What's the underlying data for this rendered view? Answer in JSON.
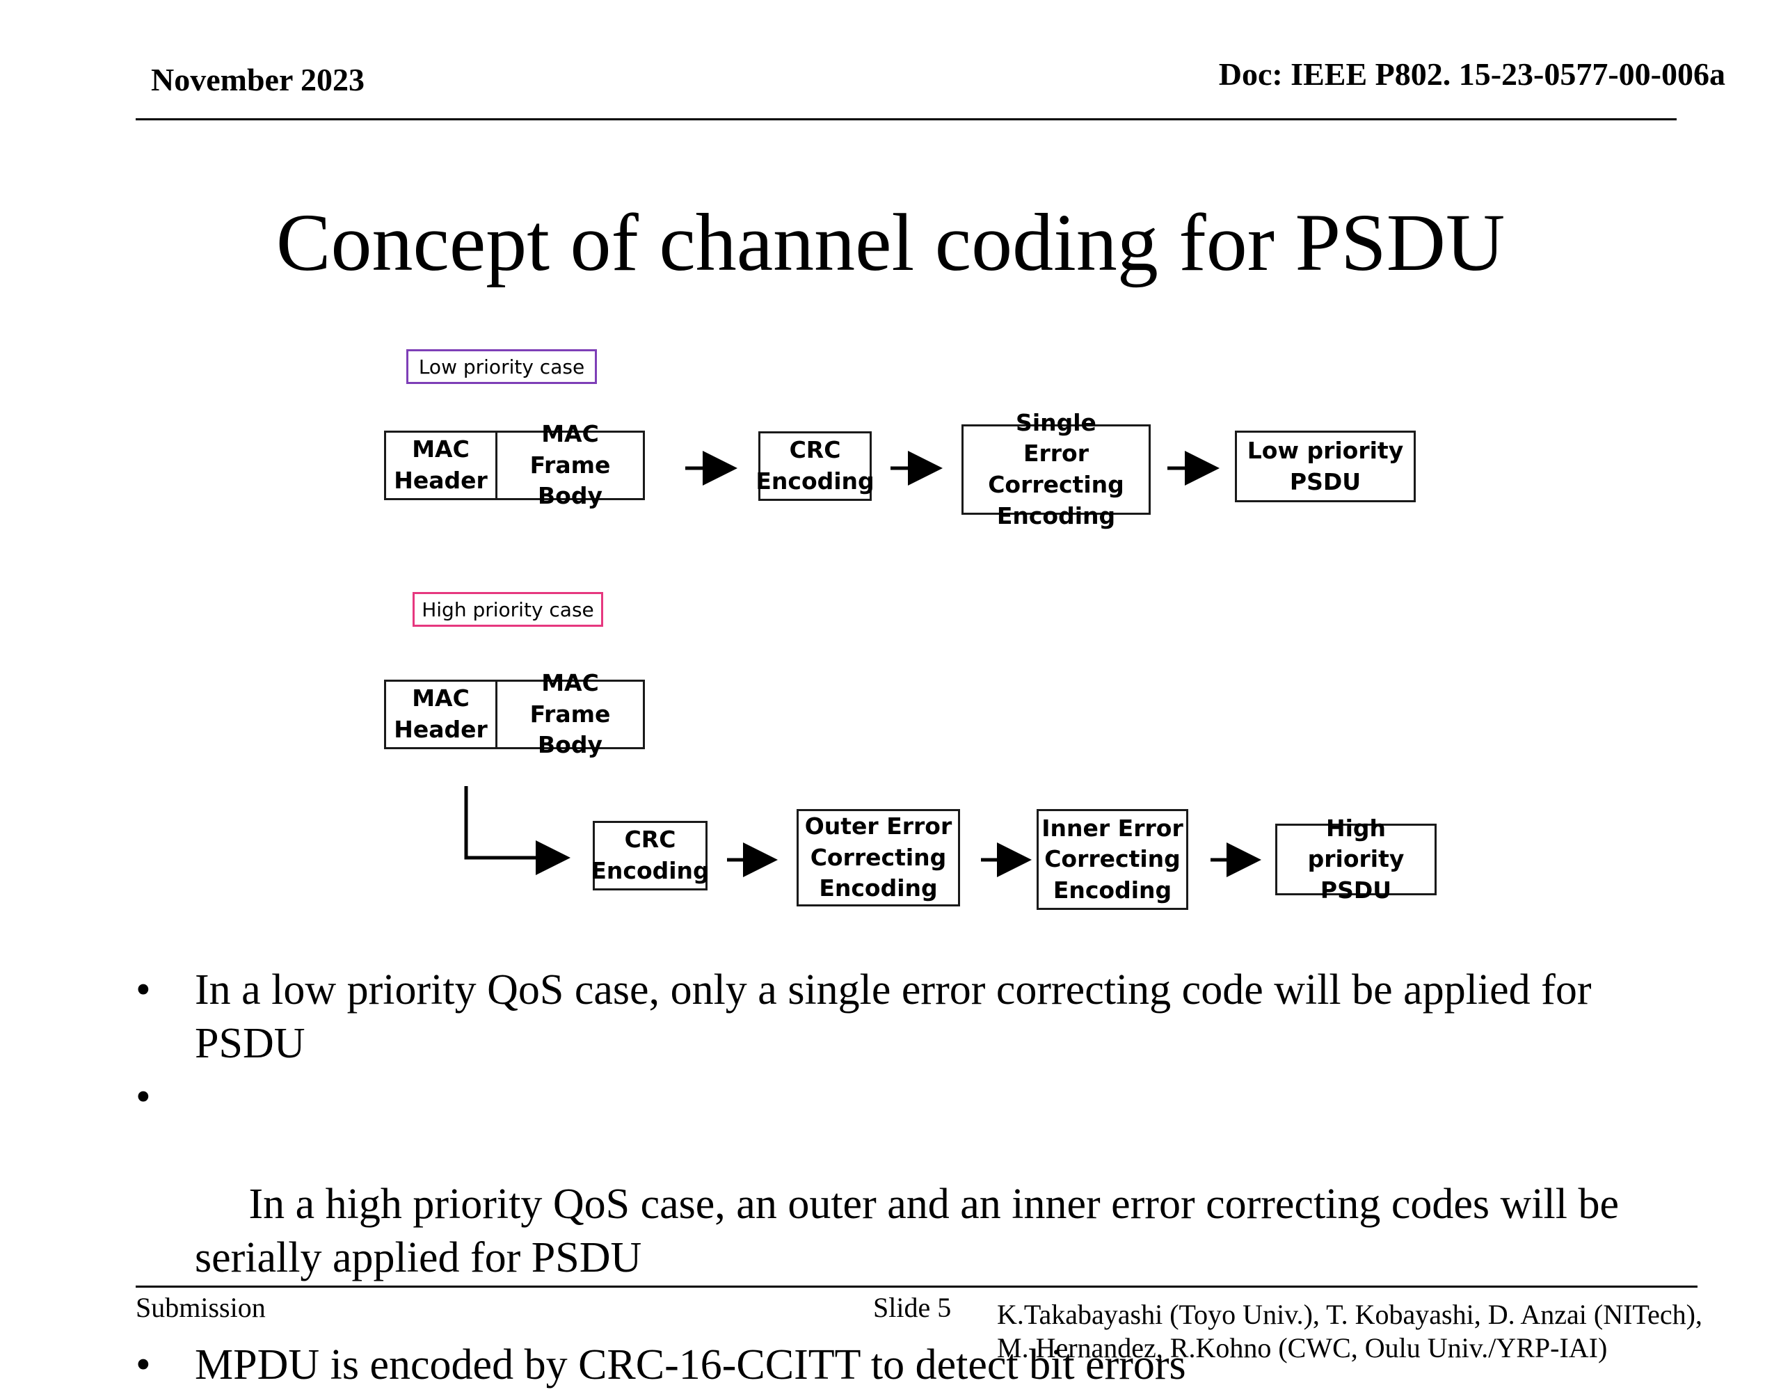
{
  "header": {
    "date": "November 2023",
    "doc_id": "Doc: IEEE P802. 15-23-0577-00-006a"
  },
  "title": "Concept of channel coding for PSDU",
  "diagram": {
    "low_case": {
      "tag": "Low priority case",
      "tag_color": "#7e3fb7",
      "mac_header": "MAC\nHeader",
      "mac_body": "MAC Frame\nBody",
      "crc": "CRC\nEncoding",
      "single_ec": "Single\nError Correcting\nEncoding",
      "psdu": "Low priority\nPSDU"
    },
    "high_case": {
      "tag": "High priority case",
      "tag_color": "#e6387f",
      "mac_header": "MAC\nHeader",
      "mac_body": "MAC Frame\nBody",
      "crc": "CRC\nEncoding",
      "outer_ec": "Outer Error\nCorrecting\nEncoding",
      "inner_ec": "Inner Error\nCorrecting\nEncoding",
      "psdu": "High priority\nPSDU"
    }
  },
  "bullets": [
    "In a low priority QoS case, only a single error correcting code will be applied for PSDU",
    " In a high priority QoS case, an outer and an inner error correcting codes will be serially applied for PSDU",
    "MPDU is encoded by CRC-16-CCITT to detect bit errors"
  ],
  "bullet_symbol": "•",
  "footer": {
    "left": "Submission",
    "slide": "Slide 5",
    "authors_line1": "K.Takabayashi (Toyo Univ.), T. Kobayashi, D. Anzai (NITech),",
    "authors_line2": "M. Hernandez,  R.Kohno (CWC, Oulu Univ./YRP-IAI)"
  }
}
